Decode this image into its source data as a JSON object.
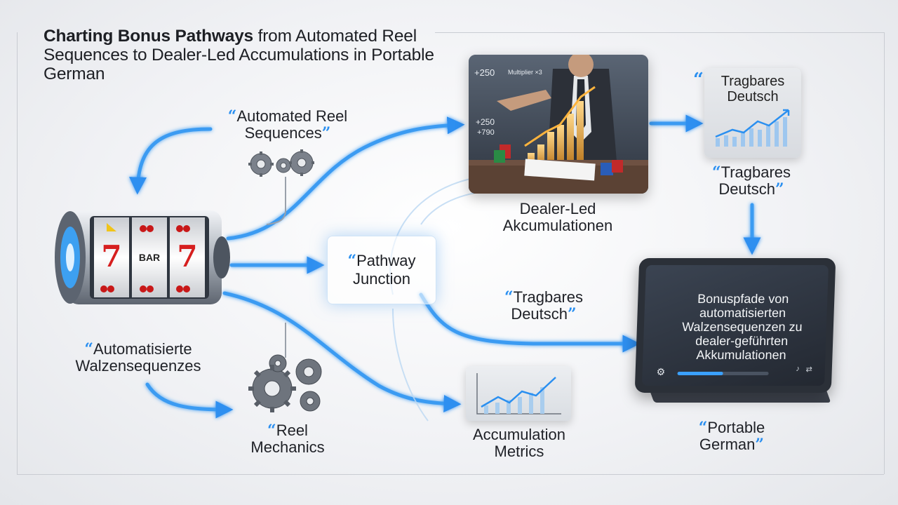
{
  "title": {
    "bold": "Charting Bonus Pathways",
    "rest": " from Automated Reel Sequences to Dealer-Led Accumulations in Portable German"
  },
  "labels": {
    "automated_reel_sequences": "Automated Reel Sequences",
    "automatisierte_walzensequenzes": "Automatisierte Walzensequenzes",
    "reel_mechanics": "Reel Mechanics",
    "pathway_junction": "Pathway Junction",
    "dealer_led": "Dealer-Led Akcumulationen",
    "tragbares_top": "Tragbares Deutsch",
    "tragbares_mid": "Tragbares Deutsch",
    "tragbares_center": "Tragbares Deutsch",
    "accumulation_metrics": "Accumulation Metrics",
    "portable_german": "Portable German"
  },
  "dealer_card": {
    "stat1": "+250",
    "stat2": "+250",
    "stat3": "+790",
    "multiplier": "Multiplier ×3"
  },
  "slot_reels": [
    "7",
    "BAR",
    "7"
  ],
  "tablet": {
    "screen_text": "Bonuspfade von automatisierten Walzensequenzen zu dealer-geführten Akkumulationen",
    "progress": 0.5
  },
  "colors": {
    "accent": "#2a8ff0",
    "flow": "#3b9bf2"
  }
}
